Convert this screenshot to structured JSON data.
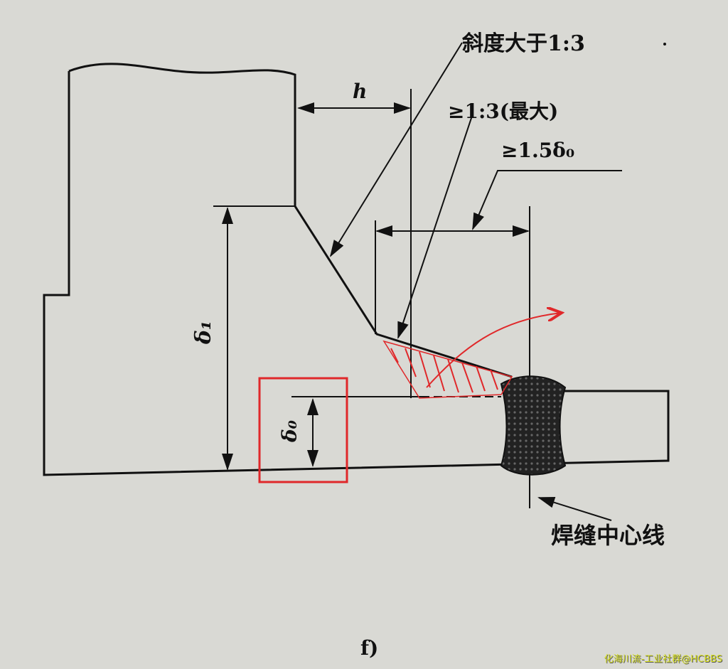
{
  "labels": {
    "slope": "斜度大于1:3",
    "max_ratio": "≥1:3(最大)",
    "min_length": "≥1.5δ₀",
    "h": "h",
    "delta1": "δ₁",
    "delta0": "δ₀",
    "weld_centerline": "焊缝中心线",
    "figure": "f)"
  },
  "watermark": "化海川流-工业社群@HCBBS",
  "colors": {
    "ink": "#111111",
    "annotation": "#e0282a",
    "background": "#d9d9d4"
  }
}
